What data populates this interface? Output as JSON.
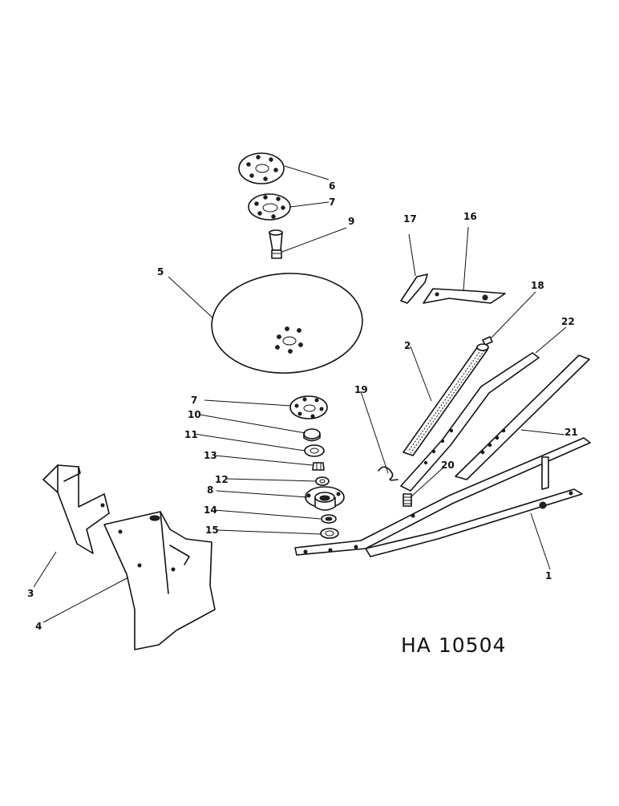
{
  "diagram": {
    "drawing_code": "HA 10504",
    "callouts": {
      "c1": "1",
      "c2": "2",
      "c3": "3",
      "c4": "4",
      "c5": "5",
      "c6": "6",
      "c7a": "7",
      "c7b": "7",
      "c8": "8",
      "c9": "9",
      "c10": "10",
      "c11": "11",
      "c12": "12",
      "c13": "13",
      "c14": "14",
      "c15": "15",
      "c16": "16",
      "c17": "17",
      "c18": "18",
      "c19": "19",
      "c20": "20",
      "c21": "21",
      "c22": "22"
    }
  }
}
